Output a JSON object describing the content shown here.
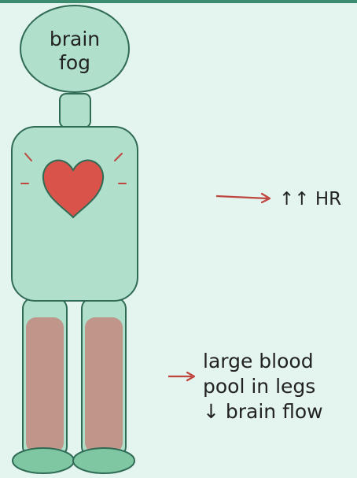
{
  "head_label": {
    "line1": "brain",
    "line2": "fog"
  },
  "hr_label": "↑↑ HR",
  "legs_label": {
    "line1": "large blood",
    "line2": "pool in legs",
    "line3": "↓ brain flow"
  },
  "colors": {
    "background": "#e4f4ee",
    "body_fill": "#b0dfcb",
    "outline": "#2f6b55",
    "heart": "#d9534a",
    "blood_pool": "#c0958a",
    "feet": "#7fc7a2",
    "arrow": "#c0453f",
    "top_bar": "#3b8c6e"
  }
}
